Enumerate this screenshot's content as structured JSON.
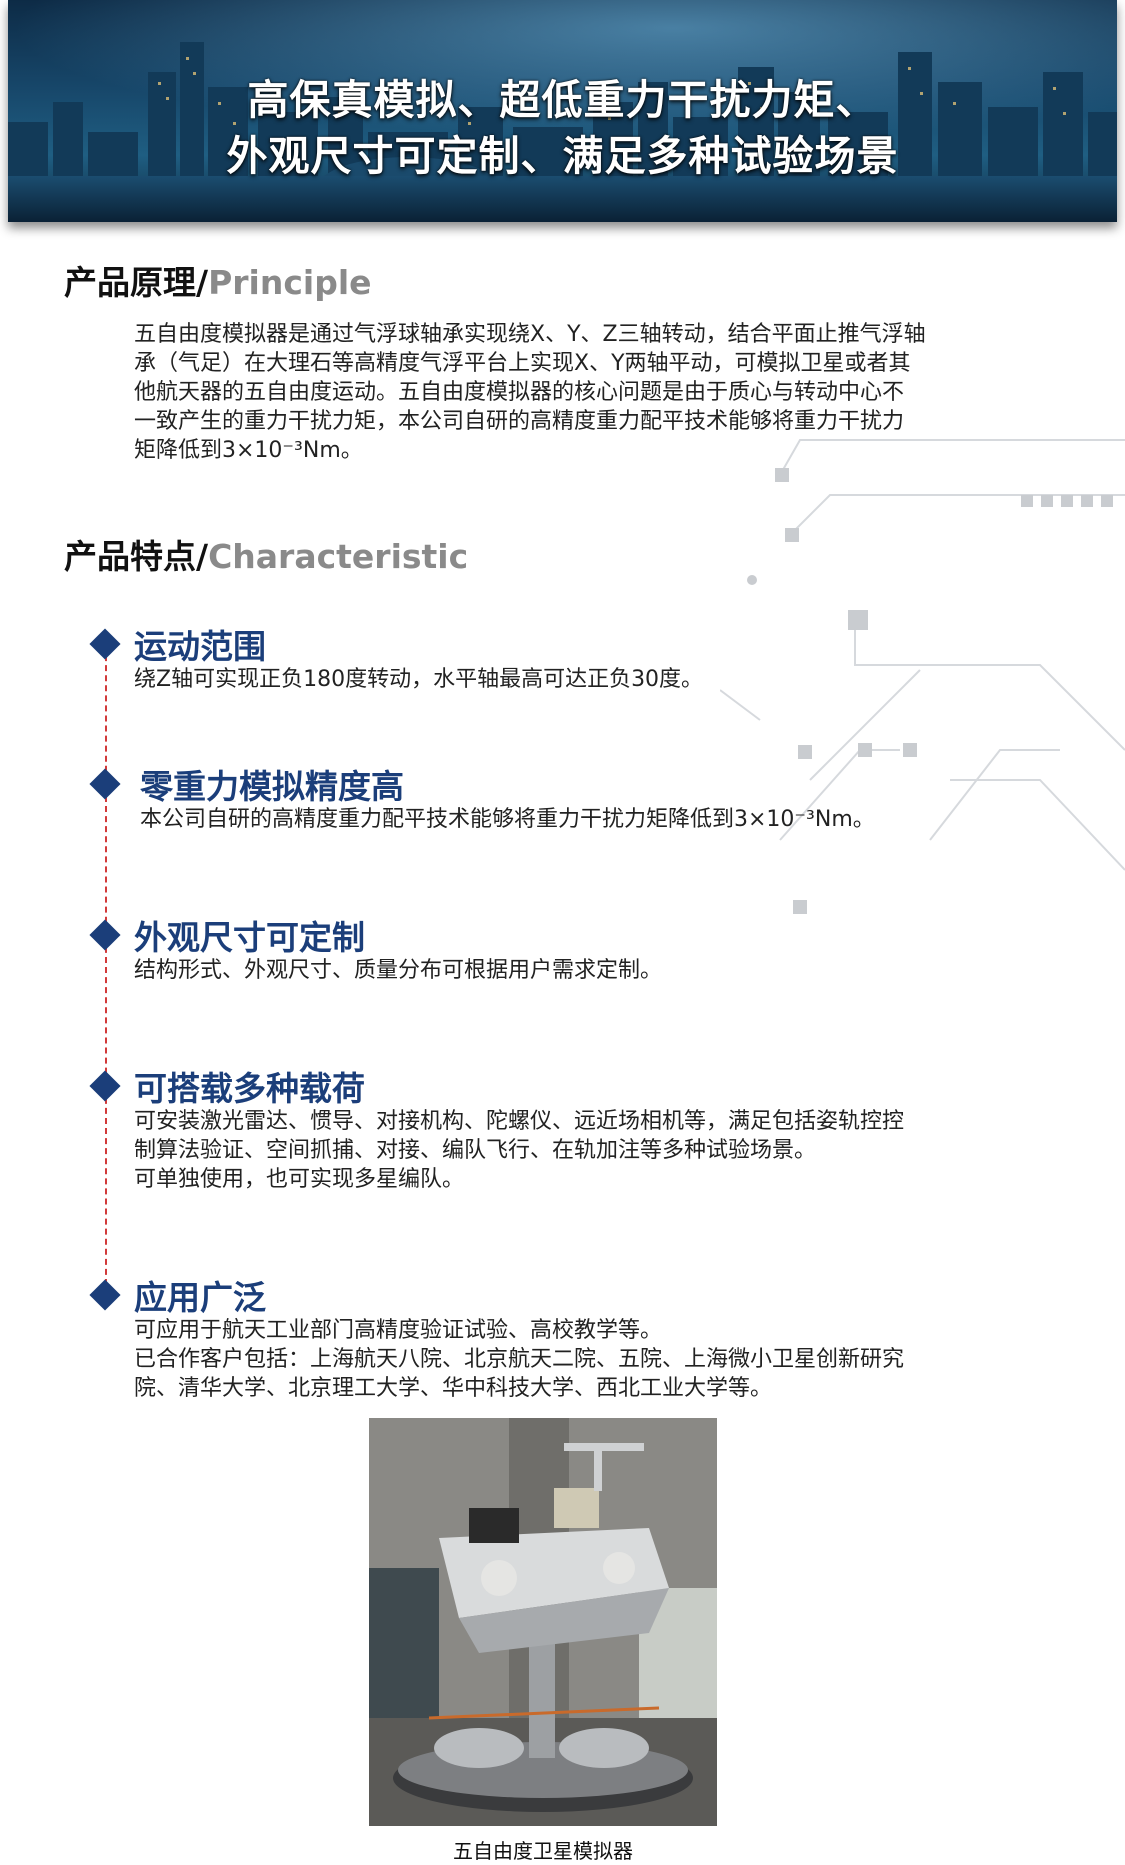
{
  "banner": {
    "line1": "高保真模拟、超低重力干扰力矩、",
    "line2": "外观尺寸可定制、满足多种试验场景"
  },
  "principle": {
    "title_cn": "产品原理/",
    "title_en": "Principle",
    "lines": [
      "五自由度模拟器是通过气浮球轴承实现绕X、Y、Z三轴转动，结合平面止推气浮轴",
      "承（气足）在大理石等高精度气浮平台上实现X、Y两轴平动，可模拟卫星或者其",
      "他航天器的五自由度运动。五自由度模拟器的核心问题是由于质心与转动中心不",
      "一致产生的重力干扰力矩，本公司自研的高精度重力配平技术能够将重力干扰力",
      "矩降低到3×10⁻³Nm。"
    ]
  },
  "characteristic": {
    "title_cn": "产品特点/",
    "title_en": "Characteristic"
  },
  "features": [
    {
      "title": "运动范围",
      "lines": [
        "绕Z轴可实现正负180度转动，水平轴最高可达正负30度。"
      ]
    },
    {
      "title": "零重力模拟精度高",
      "lines": [
        "本公司自研的高精度重力配平技术能够将重力干扰力矩降低到3×10⁻³Nm。"
      ]
    },
    {
      "title": "外观尺寸可定制",
      "lines": [
        "结构形式、外观尺寸、质量分布可根据用户需求定制。"
      ]
    },
    {
      "title": "可搭载多种载荷",
      "lines": [
        "可安装激光雷达、惯导、对接机构、陀螺仪、远近场相机等，满足包括姿轨控控",
        "制算法验证、空间抓捕、对接、编队飞行、在轨加注等多种试验场景。",
        "可单独使用，也可实现多星编队。"
      ]
    },
    {
      "title": "应用广泛",
      "lines": [
        "可应用于航天工业部门高精度验证试验、高校教学等。",
        "已合作客户包括：上海航天八院、北京航天二院、五院、上海微小卫星创新研究",
        "院、清华大学、北京理工大学、华中科技大学、西北工业大学等。"
      ]
    }
  ],
  "photo": {
    "caption": "五自由度卫星模拟器"
  },
  "colors": {
    "accent": "#1b3e7a",
    "timeline": "#d23a3a",
    "heading_en": "#8a8a8a"
  }
}
